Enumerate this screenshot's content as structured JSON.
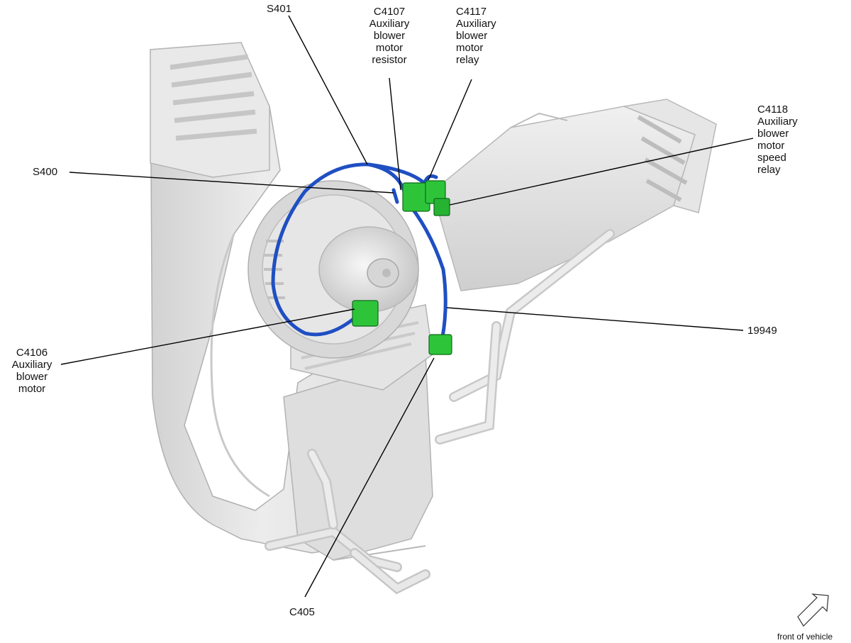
{
  "labels": {
    "s401": "S401",
    "c4107": {
      "id": "C4107",
      "lines": [
        "Auxiliary",
        "blower",
        "motor",
        "resistor"
      ]
    },
    "c4117": {
      "id": "C4117",
      "lines": [
        "Auxiliary",
        "blower",
        "motor",
        "relay"
      ]
    },
    "c4118": {
      "id": "C4118",
      "lines": [
        "Auxiliary",
        "blower",
        "motor",
        "speed",
        "relay"
      ]
    },
    "s400": "S400",
    "n19949": "19949",
    "c4106": {
      "id": "C4106",
      "lines": [
        "Auxiliary",
        "blower",
        "motor"
      ]
    },
    "c405": "C405",
    "front_of_vehicle": "front of vehicle"
  },
  "colors": {
    "harness": "#1f4fc2",
    "connector": "#2ec43a",
    "housing": "#e3e3e3",
    "leader": "#000000"
  },
  "icons": [
    "front-of-vehicle-arrow-icon"
  ]
}
